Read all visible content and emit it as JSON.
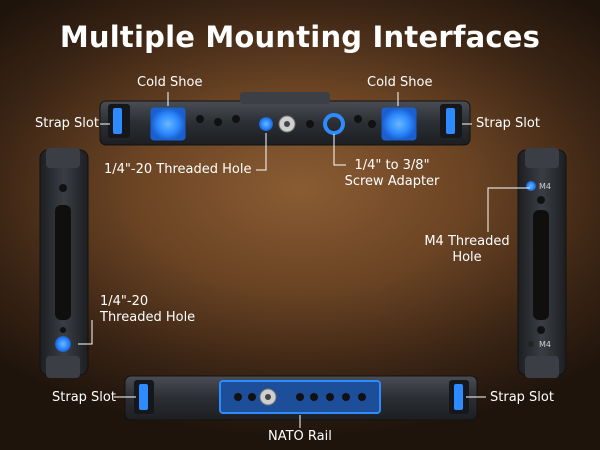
{
  "title": "Multiple Mounting Interfaces",
  "labels": {
    "cold_shoe_left": "Cold Shoe",
    "cold_shoe_right": "Cold Shoe",
    "strap_slot_top_left": "Strap Slot",
    "strap_slot_top_right": "Strap Slot",
    "strap_slot_bottom_left": "Strap Slot",
    "strap_slot_bottom_right": "Strap Slot",
    "threaded_hole_top": "1/4\"-20 Threaded Hole",
    "screw_adapter_line1": "1/4\" to 3/8\"",
    "screw_adapter_line2": "Screw Adapter",
    "m4_line1": "M4 Threaded",
    "m4_line2": "Hole",
    "threaded_hole_left_line1": "1/4\"-20",
    "threaded_hole_left_line2": "Threaded Hole",
    "nato_rail": "NATO Rail",
    "m4_small_top": "M4",
    "m4_small_bottom": "M4"
  },
  "colors": {
    "highlight": "#2e8bff",
    "metal": "#2a2d31",
    "background": "#6b4424"
  }
}
